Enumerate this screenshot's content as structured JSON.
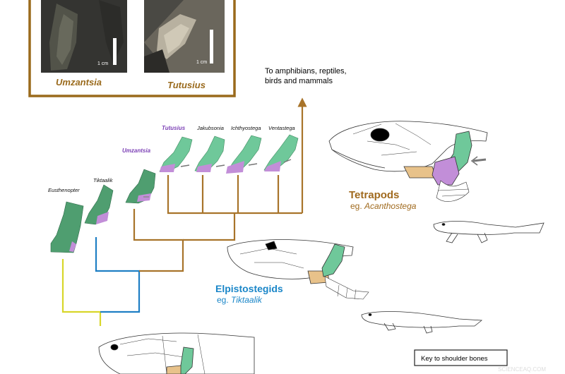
{
  "photos": {
    "left_label": "Umzantsia",
    "right_label": "Tutusius",
    "scale_left": "1 cm",
    "scale_right": "1 cm"
  },
  "tree": {
    "taxa": {
      "eusthenopter": "Eusthenopter",
      "tiktaalik": "Tiktaalik",
      "umzantsia": "Umzantsia",
      "tutusius": "Tutusius",
      "jakubsonia": "Jakubsonia",
      "ichthyostega": "Ichthyostega",
      "ventastega": "Ventastega"
    },
    "destination": [
      "To amphibians, reptiles,",
      "birds and mammals"
    ]
  },
  "groups": {
    "tetrapods": {
      "name": "Tetrapods",
      "eg_prefix": "eg.",
      "eg_name": "Acanthostega"
    },
    "elpistostegids": {
      "name": "Elpistostegids",
      "eg_prefix": "eg.",
      "eg_name": "Tiktaalik"
    }
  },
  "key": {
    "label": "Key to shoulder bones"
  },
  "watermark": "SCIENCEAQ.COM",
  "colors": {
    "photo_frame": "#9a6a1c",
    "tetrapod_branch": "#a8742a",
    "elpistostegid_branch": "#1f7fc4",
    "fish_branch": "#d8d62a",
    "bone_green": "#6fc89a",
    "bone_dark_green": "#4f9e70",
    "bone_purple": "#c28ed8",
    "bone_tan": "#e8c28a",
    "highlight_taxon": "#7b3fb5"
  }
}
